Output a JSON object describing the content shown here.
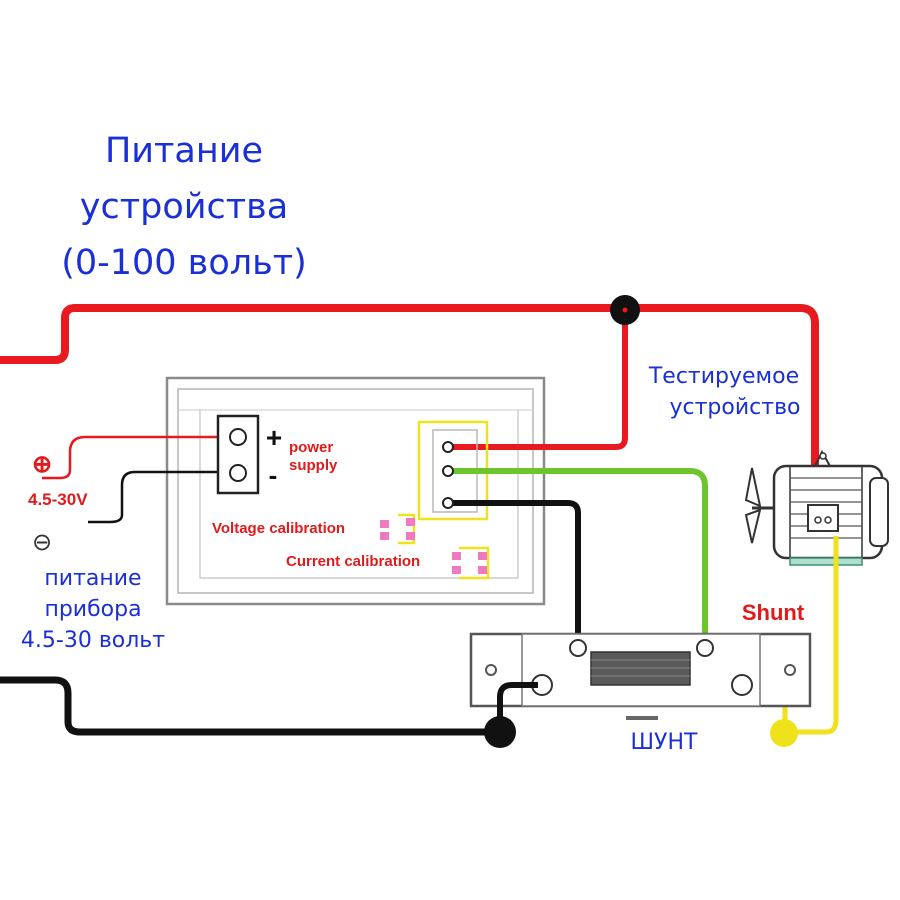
{
  "title": {
    "line1": "Питание",
    "line2": "устройства",
    "line3": "(0-100 вольт)"
  },
  "device_under_test": {
    "line1": "Тестируемое",
    "line2": "устройство"
  },
  "meter_supply": {
    "plus_symbol": "⊕",
    "minus_symbol": "⊖",
    "range": "4.5-30V",
    "line1": "питание",
    "line2": "прибора",
    "line3": "4.5-30 вольт"
  },
  "meter": {
    "plus": "+",
    "minus": "-",
    "power_line1": "power",
    "power_line2": "supply",
    "voltage_calibration": "Voltage calibration",
    "current_calibration": "Current calibration"
  },
  "shunt": {
    "label_en": "Shunt",
    "label_ru": "ШУНТ"
  },
  "colors": {
    "wire_red": "#e8191f",
    "wire_black": "#111111",
    "wire_green": "#6cc52a",
    "wire_yellow": "#f0e21a",
    "label_blue": "#1a2fd6",
    "label_red": "#e01b1b"
  }
}
